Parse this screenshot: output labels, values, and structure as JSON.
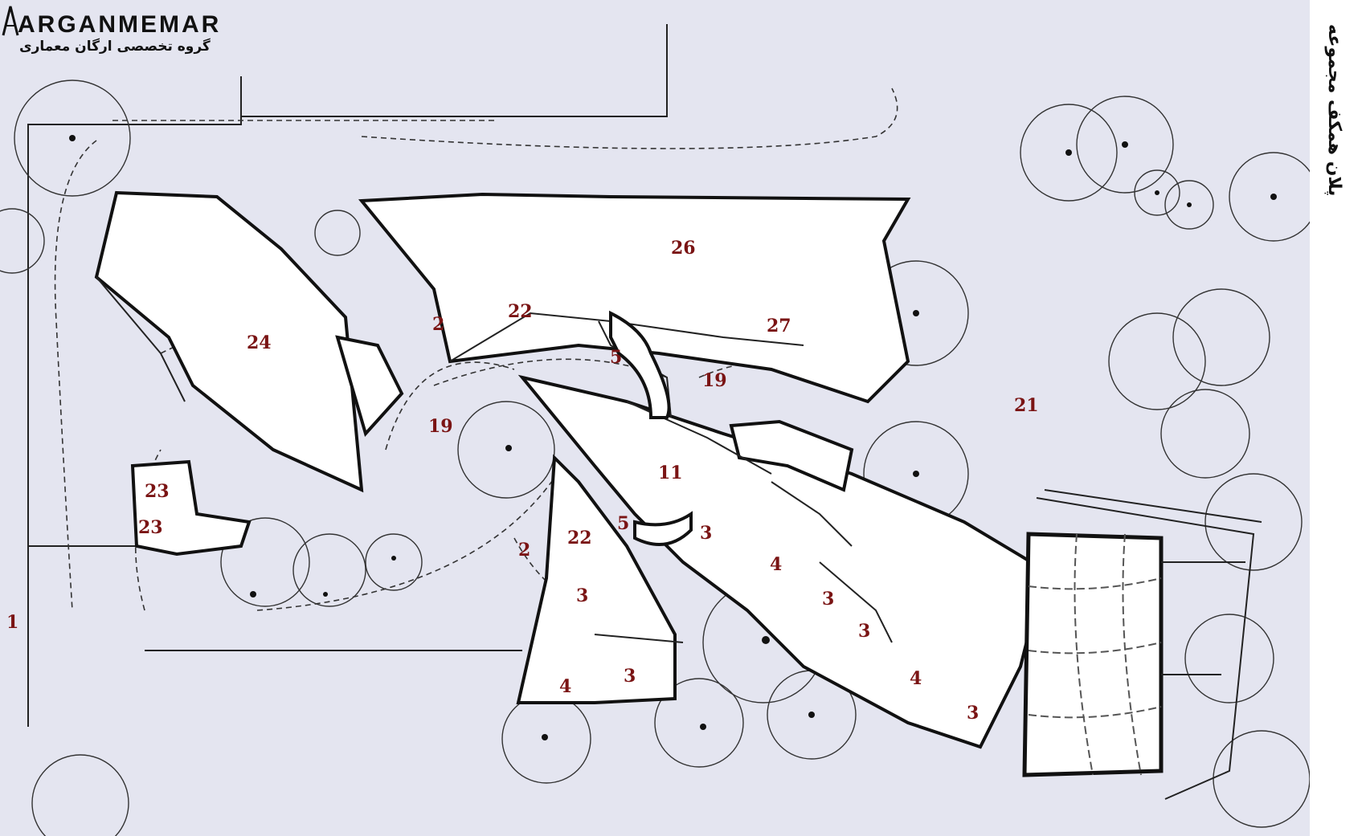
{
  "logo": {
    "brand": "ARGANMEMAR",
    "subtitle": "گروه تخصصی ارگان معماری"
  },
  "side_title": "پلان همکف مجموعه",
  "labels": [
    {
      "id": "r1",
      "text": "1"
    },
    {
      "id": "r24",
      "text": "24"
    },
    {
      "id": "r2a",
      "text": "2"
    },
    {
      "id": "r22a",
      "text": "22"
    },
    {
      "id": "r26",
      "text": "26"
    },
    {
      "id": "r27",
      "text": "27"
    },
    {
      "id": "r5a",
      "text": "5"
    },
    {
      "id": "r19a",
      "text": "19"
    },
    {
      "id": "r19b",
      "text": "19"
    },
    {
      "id": "r21",
      "text": "21"
    },
    {
      "id": "r11",
      "text": "11"
    },
    {
      "id": "r23a",
      "text": "23"
    },
    {
      "id": "r23b",
      "text": "23"
    },
    {
      "id": "r5b",
      "text": "5"
    },
    {
      "id": "r2b",
      "text": "2"
    },
    {
      "id": "r22b",
      "text": "22"
    },
    {
      "id": "r3a",
      "text": "3"
    },
    {
      "id": "r3b",
      "text": "3"
    },
    {
      "id": "r4a",
      "text": "4"
    },
    {
      "id": "r3c",
      "text": "3"
    },
    {
      "id": "r4b",
      "text": "4"
    },
    {
      "id": "r3d",
      "text": "3"
    },
    {
      "id": "r3e",
      "text": "3"
    },
    {
      "id": "r4c",
      "text": "4"
    },
    {
      "id": "r3f",
      "text": "3"
    }
  ],
  "colors": {
    "label": "#7a1414",
    "paper": "#e4e5f0",
    "ink": "#111111"
  }
}
